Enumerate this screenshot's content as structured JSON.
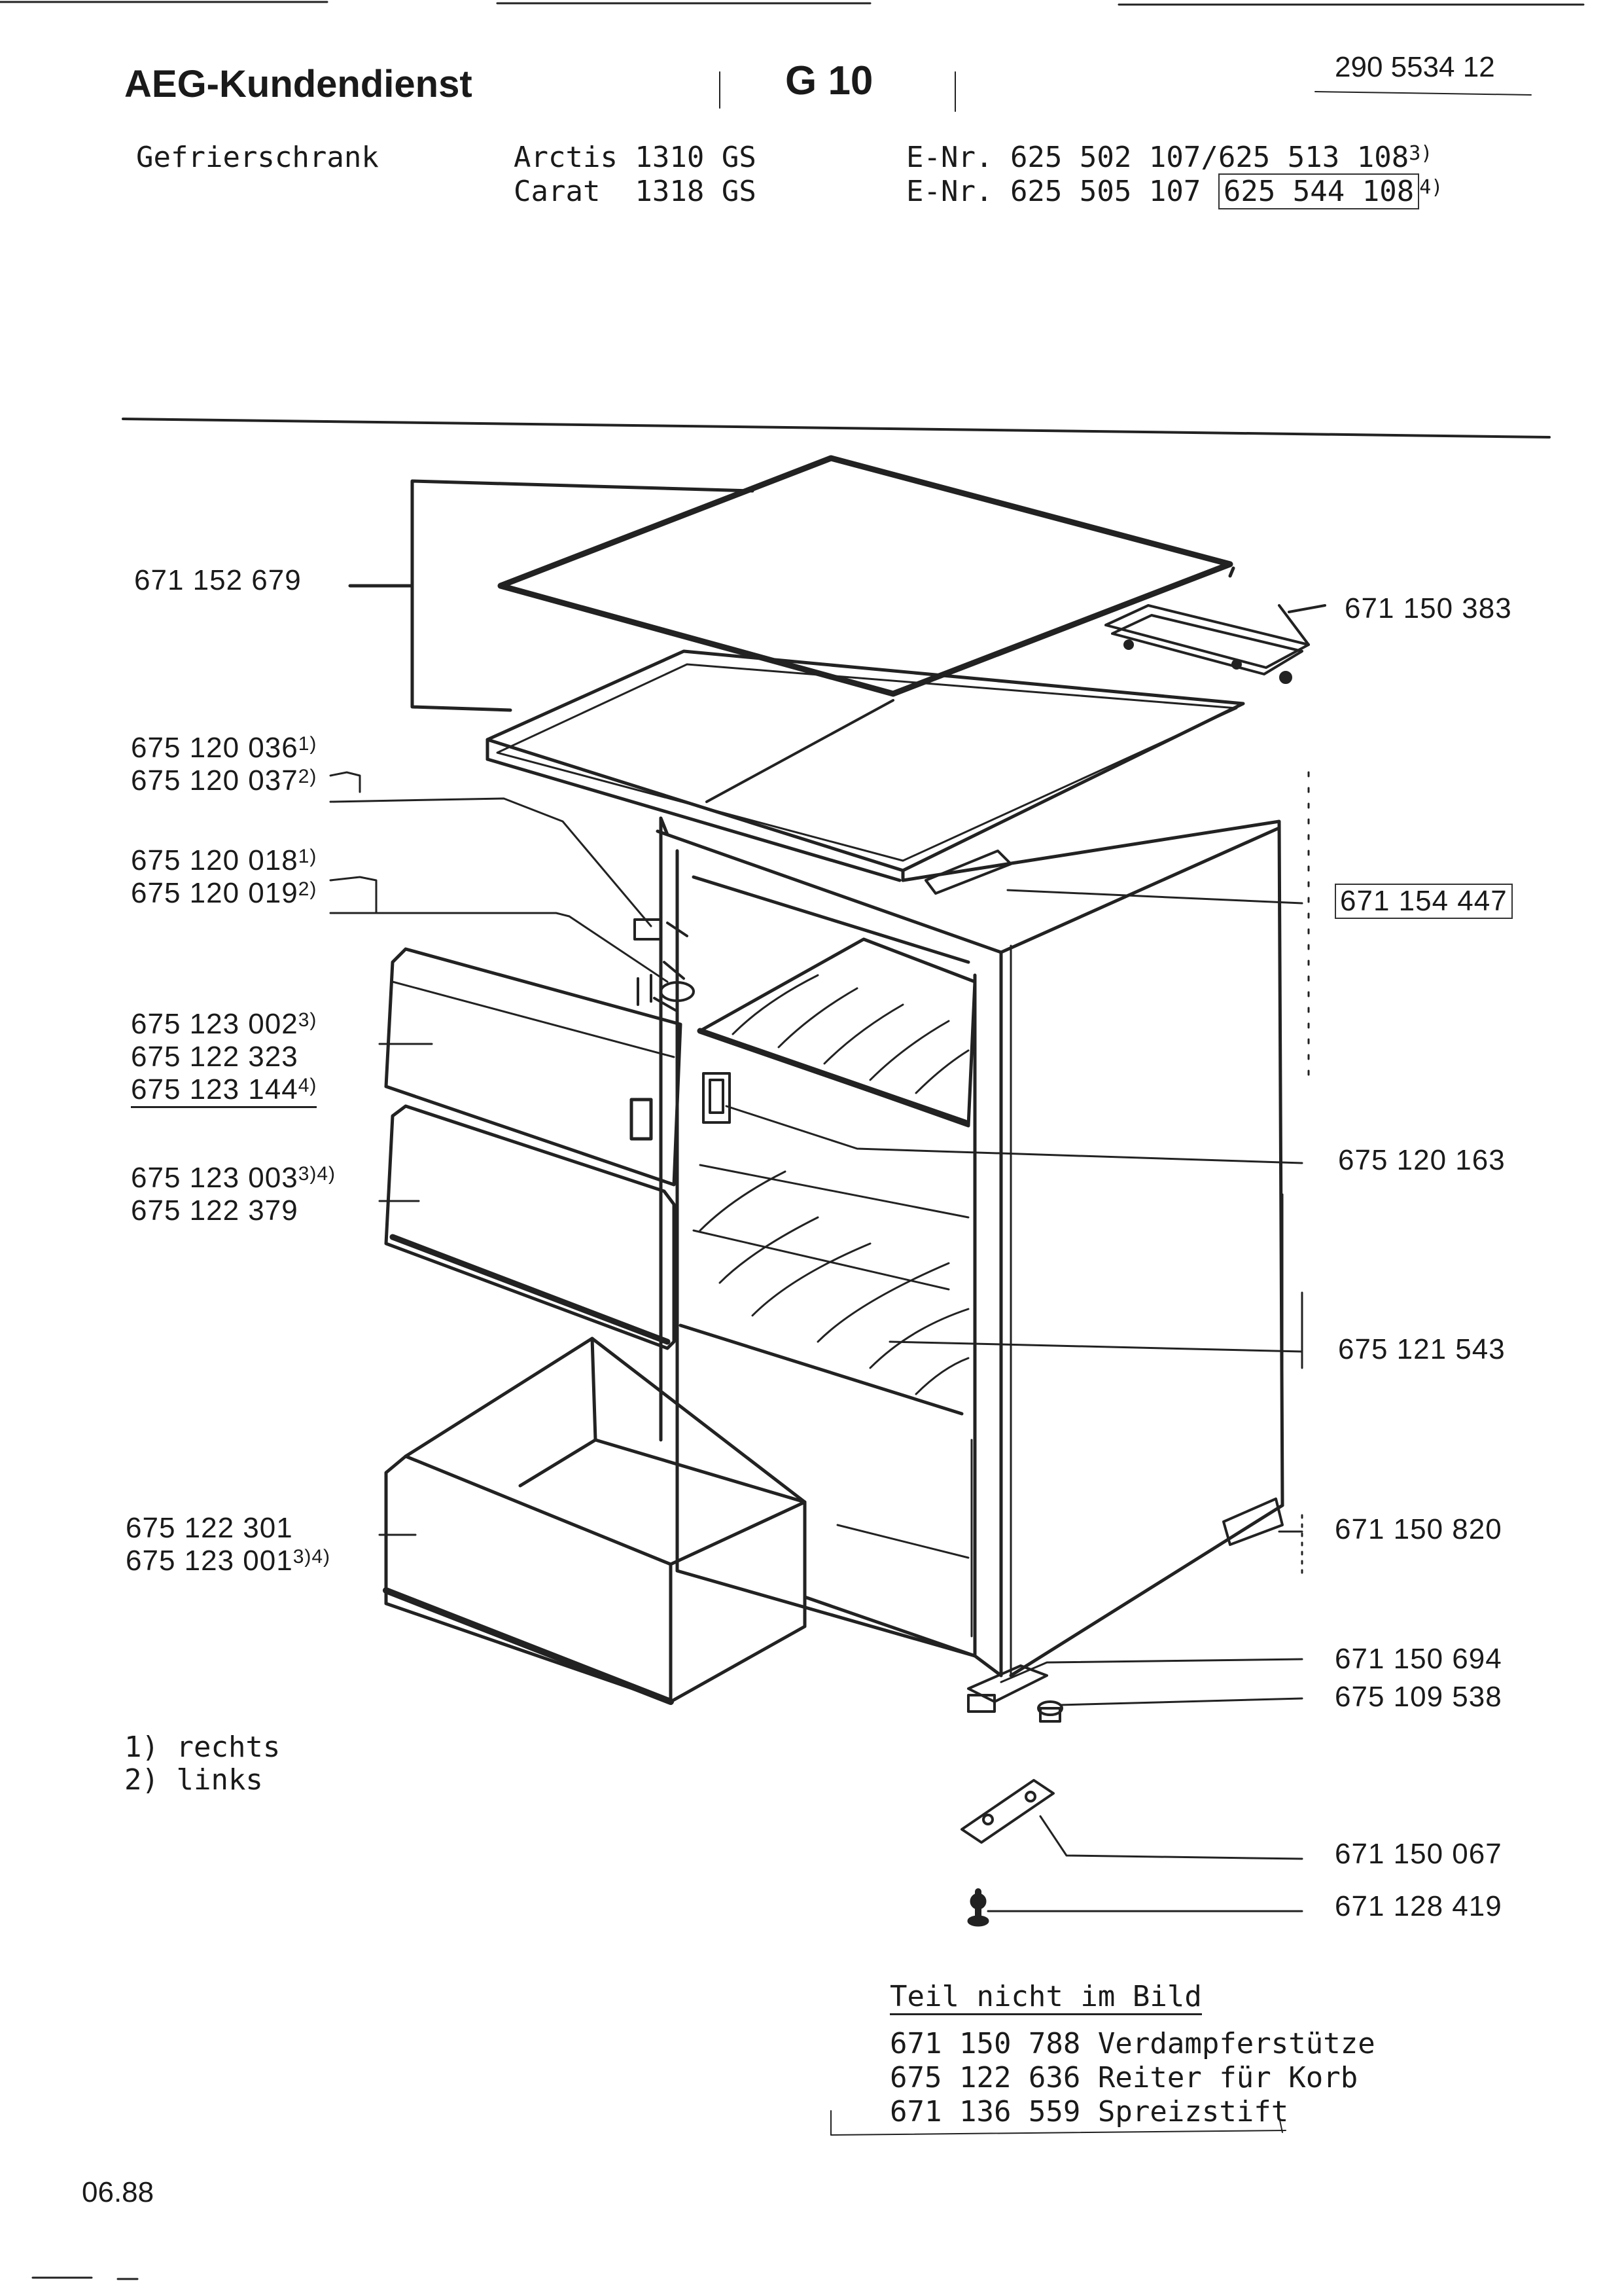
{
  "header": {
    "brand": "AEG-Kundendienst",
    "group_code": "G 10",
    "doc_number": "290 5534 12",
    "product_type": "Gefrierschrank",
    "models": [
      "Arctis 1310 GS",
      "Carat  1318 GS"
    ],
    "enr_lines": [
      {
        "text": "E-Nr. 625 502 107/625 513 108",
        "sup": "3)",
        "extra": ""
      },
      {
        "text": "E-Nr. 625 505 107",
        "sup": "",
        "extra": "625 544 108",
        "extra_sup": "4)"
      }
    ]
  },
  "labels_left": [
    {
      "lines": [
        "675 120 036",
        "675 120 037"
      ],
      "sups": [
        "1)",
        "2)"
      ]
    },
    {
      "lines": [
        "675 120 018",
        "675 120 019"
      ],
      "sups": [
        "1)",
        "2)"
      ]
    },
    {
      "lines": [
        "675 123 002",
        "675 122 323",
        "675 123 144"
      ],
      "sups": [
        "3)",
        "",
        "4)"
      ]
    },
    {
      "lines": [
        "675 123 003",
        "675 122 379"
      ],
      "sups": [
        "3)4)",
        ""
      ]
    },
    {
      "lines": [
        "675 122 301",
        "675 123 001"
      ],
      "sups": [
        "",
        "3)4)"
      ]
    }
  ],
  "label_lid": "671 152 679",
  "labels_right": [
    "671 150 383",
    "671 154 447",
    "675 120 163",
    "675 121 543",
    "671 150 820",
    "671 150 694",
    "675 109 538",
    "671 150 067",
    "671 128 419"
  ],
  "footnotes": [
    "1) rechts",
    "2) links"
  ],
  "not_in_picture": {
    "title": "Teil nicht im Bild",
    "items": [
      "671 150 788 Verdampferstütze",
      "675 122 636 Reiter für Korb",
      "671 136 559 Spreizstift"
    ]
  },
  "date": "06.88"
}
